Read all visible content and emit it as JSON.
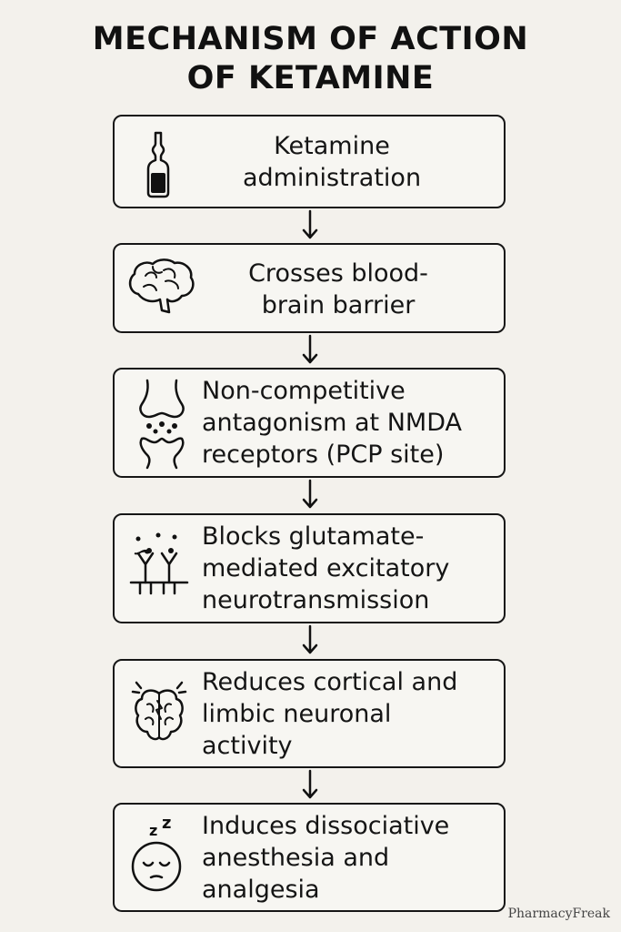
{
  "title": {
    "line1": "MECHANISM OF ACTION",
    "line2": "OF KETAMINE"
  },
  "steps": [
    {
      "icon": "vial-icon",
      "lines": [
        "Ketamine",
        "administration"
      ]
    },
    {
      "icon": "brain-icon",
      "lines": [
        "Crosses blood-",
        "brain barrier"
      ]
    },
    {
      "icon": "synapse-icon",
      "lines": [
        "Non-competitive",
        "antagonism at NMDA",
        "receptors (PCP site)"
      ]
    },
    {
      "icon": "receptor-icon",
      "lines": [
        "Blocks glutamate-",
        "mediated excitatory",
        "neurotransmission"
      ]
    },
    {
      "icon": "active-brain-icon",
      "lines": [
        "Reduces cortical and",
        "limbic neuronal",
        "activity"
      ]
    },
    {
      "icon": "sleeping-face-icon",
      "lines": [
        "Induces dissociative",
        "anesthesia and",
        "analgesia"
      ]
    }
  ],
  "watermark": "PharmacyFreak"
}
